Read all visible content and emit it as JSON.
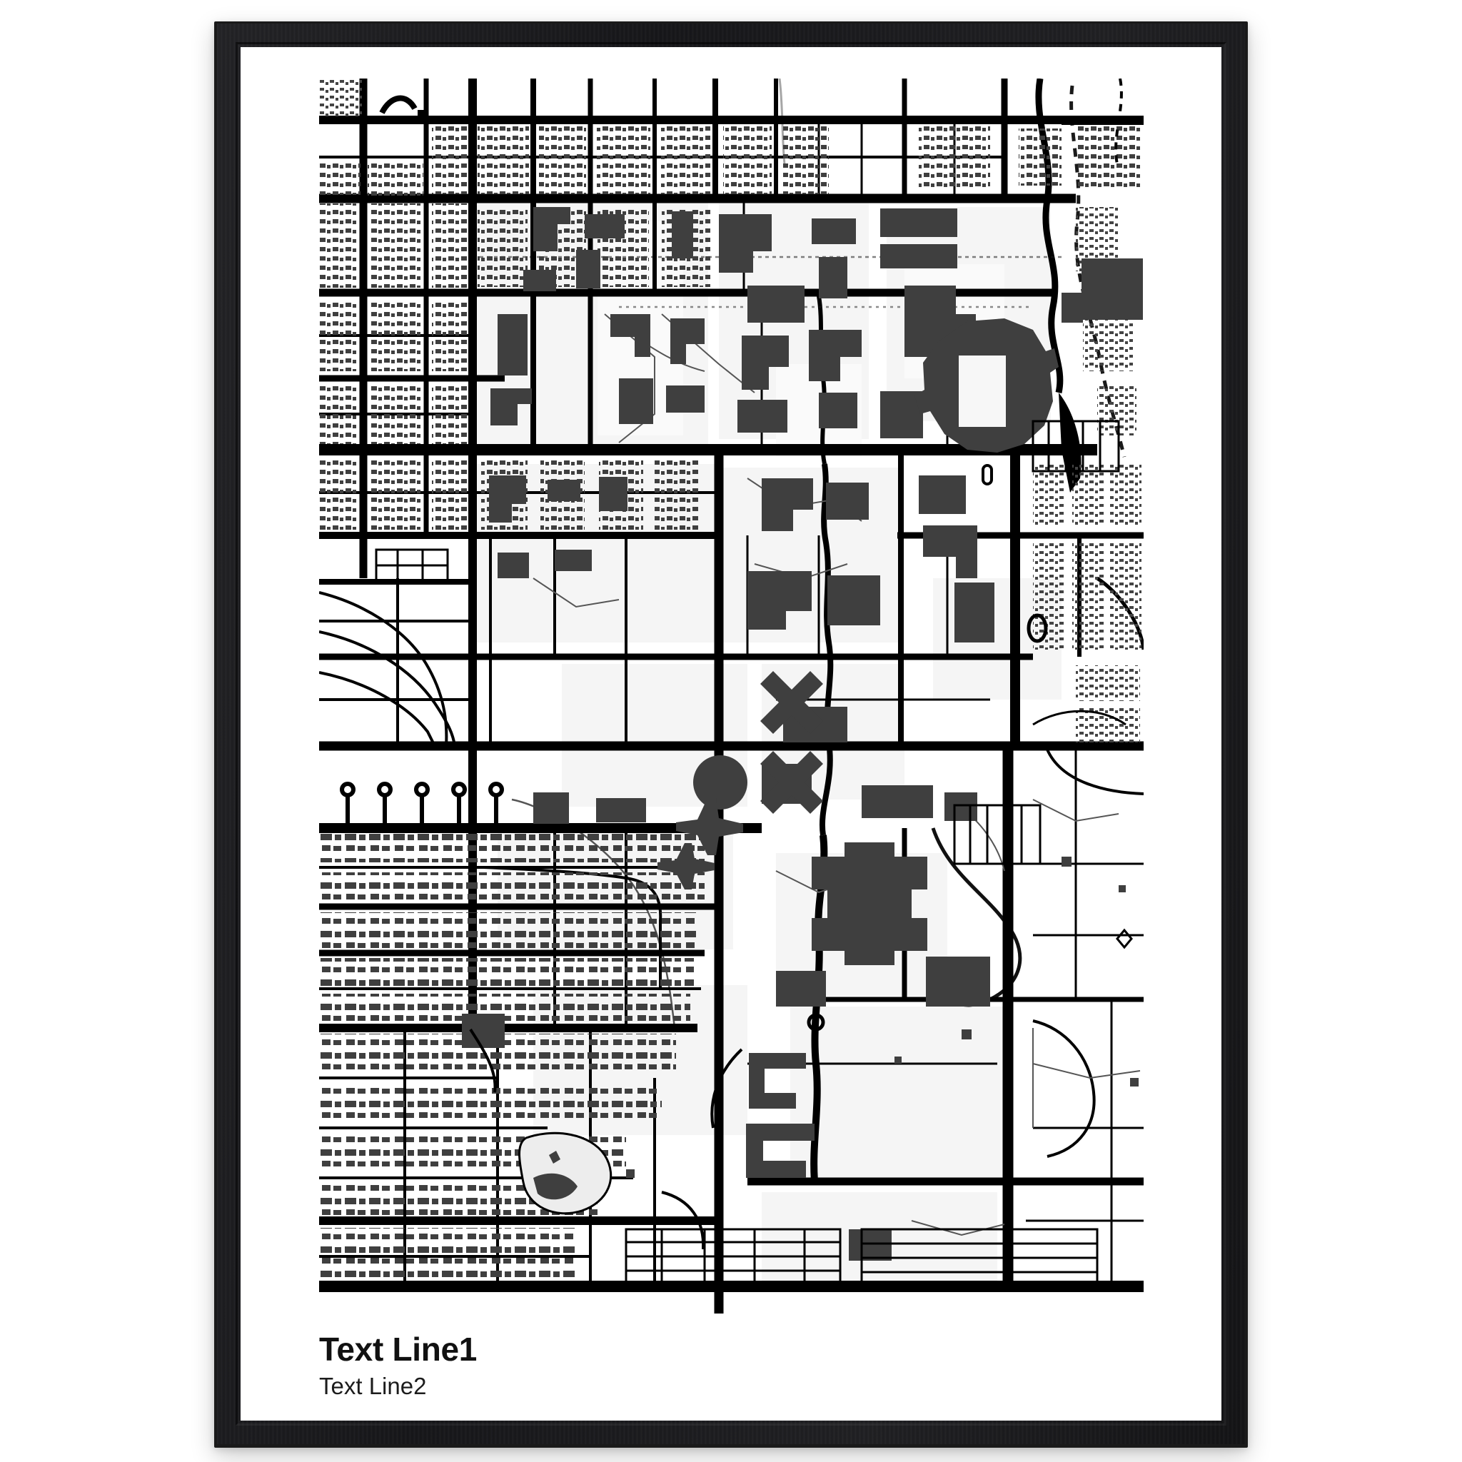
{
  "poster": {
    "product_type": "framed-map-print",
    "frame_color": "#1b1b1e",
    "mat_color": "#ffffff",
    "caption": {
      "line1": "Text Line1",
      "line2": "Text Line2"
    }
  },
  "map": {
    "style": "black-and-white-minimal-city-map",
    "background_color": "#ffffff",
    "road_color": "#000000",
    "building_color": "#3f3f3f",
    "block_fill_color": "#f4f4f4",
    "water_color": "#000000",
    "path_color": "#4a4a4a",
    "orientation": "north-up",
    "landmarks": [
      "horseshoe-stadium",
      "x-shaped-buildings",
      "circular-building",
      "river-channel",
      "rail-corridor",
      "residential-grid"
    ]
  }
}
